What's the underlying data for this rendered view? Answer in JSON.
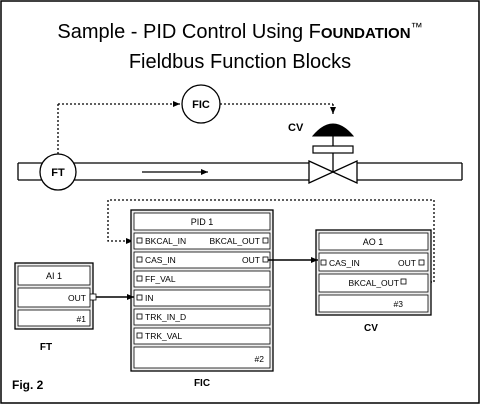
{
  "title": {
    "line1_prefix": "Sample - PID Control Using F",
    "line1_smallcaps": "OUNDATION",
    "trademark": "™",
    "line2": "Fieldbus Function Blocks"
  },
  "process": {
    "ft_label": "FT",
    "fic_label": "FIC",
    "cv_label": "CV"
  },
  "blocks": {
    "ai": {
      "name": "AI 1",
      "output": "OUT",
      "id": "#1",
      "caption": "FT"
    },
    "pid": {
      "name": "PID 1",
      "bkcal_in": "BKCAL_IN",
      "bkcal_out": "BKCAL_OUT",
      "cas_in": "CAS_IN",
      "out": "OUT",
      "ff_val": "FF_VAL",
      "in": "IN",
      "trk_in_d": "TRK_IN_D",
      "trk_val": "TRK_VAL",
      "id": "#2",
      "caption": "FIC"
    },
    "ao": {
      "name": "AO 1",
      "cas_in": "CAS_IN",
      "out": "OUT",
      "bkcal_out": "BKCAL_OUT",
      "id": "#3",
      "caption": "CV"
    }
  },
  "figure_label": "Fig. 2",
  "colors": {
    "line": "#000000",
    "block_fill": "#eeeeee",
    "background": "#ffffff"
  }
}
